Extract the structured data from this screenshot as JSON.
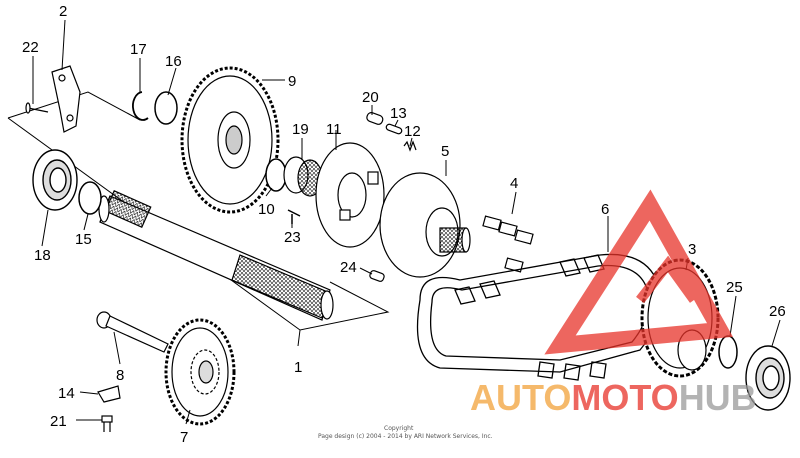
{
  "diagram": {
    "part_numbers": {
      "p1": "1",
      "p2": "2",
      "p3": "3",
      "p4": "4",
      "p5": "5",
      "p6": "6",
      "p7": "7",
      "p8": "8",
      "p9": "9",
      "p10": "10",
      "p11": "11",
      "p12": "12",
      "p13": "13",
      "p14": "14",
      "p15": "15",
      "p16": "16",
      "p17": "17",
      "p18": "18",
      "p19": "19",
      "p20": "20",
      "p21": "21",
      "p22": "22",
      "p23": "23",
      "p24": "24",
      "p25": "25",
      "p26": "26"
    },
    "copyright_line1": "Copyright",
    "copyright_line2": "Page design (c) 2004 - 2014 by ARI Network Services, Inc.",
    "watermark": {
      "text_part1": "AUTO",
      "text_part2": "MOTO",
      "text_part3": "HUB",
      "color_primary": "#e8332a",
      "color_secondary": "#f2a23a",
      "color_tertiary": "#9a9a9a"
    },
    "line_color": "#000000"
  }
}
